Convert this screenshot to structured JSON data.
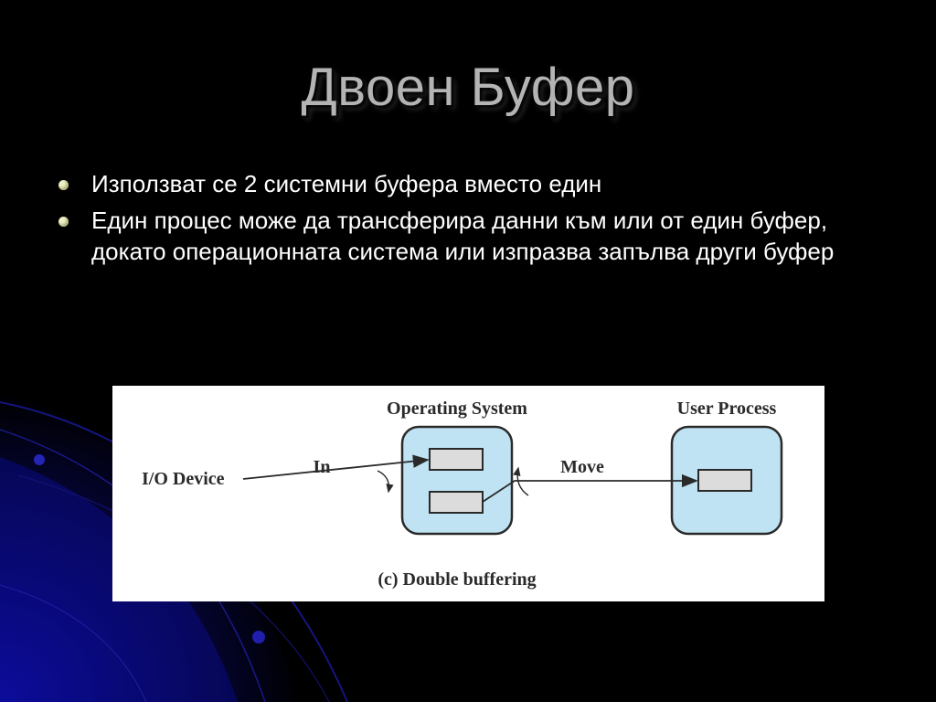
{
  "slide": {
    "title": "Двоен Буфер",
    "bullets": [
      "Използват се 2 системни буфера вместо един",
      "Един процес може да трансферира данни към или от един буфер, докато операционната система или изпразва запълва други буфер"
    ]
  },
  "figure": {
    "os_label": "Operating System",
    "user_label": "User Process",
    "device_label": "I/O Device",
    "in_label": "In",
    "move_label": "Move",
    "caption": "(c) Double buffering",
    "box_fill": "#bfe3f2",
    "buffer_fill": "#dcdcdc"
  },
  "colors": {
    "background": "#000000",
    "accent": "#0a0a8a",
    "title": "#b4b4b4",
    "text": "#ffffff"
  }
}
